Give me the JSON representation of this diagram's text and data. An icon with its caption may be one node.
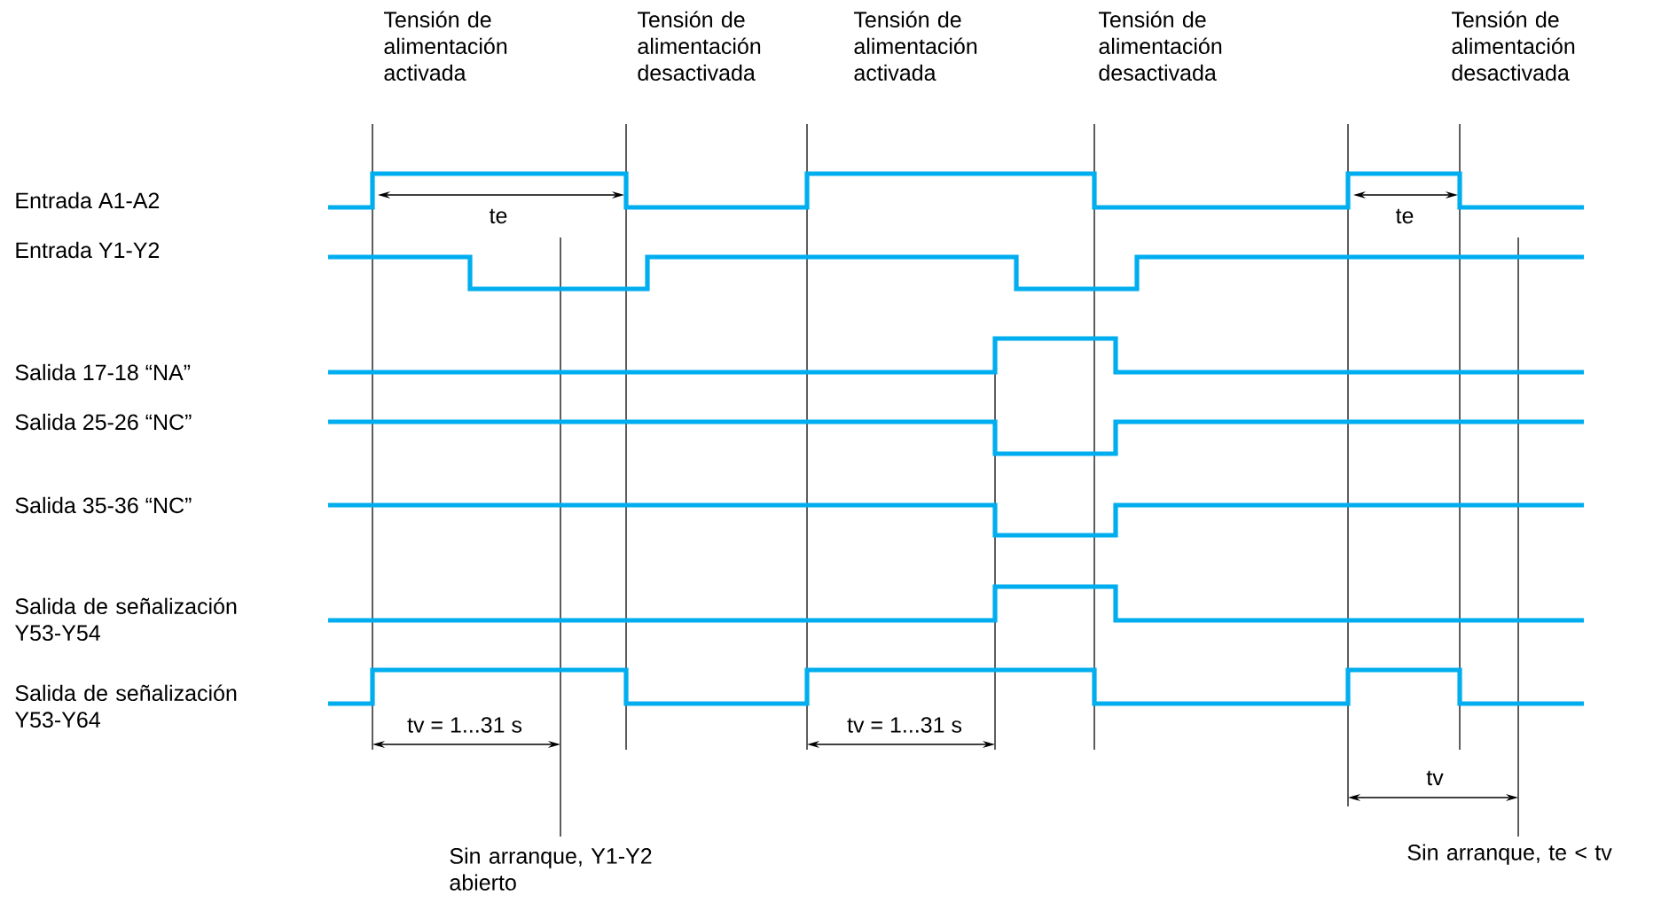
{
  "diagram": {
    "labels": [
      "Tensión de alimentación activada",
      "Tensión de alimentación desactivada",
      "Tensión de alimentación activada",
      "Tensión de alimentación desactivada",
      "Tensión de alimentación desactivada",
      "Entrada A1-A2",
      "te",
      "te",
      "Entrada Y1-Y2",
      "Salida 17-18 “NA”",
      "Salida 25-26 “NC”",
      "Salida 35-36 “NC”",
      "Salida de señalización Y53-Y54",
      "Salida de señalización Y53-Y64",
      "tv = 1...31 s",
      "tv = 1...31 s",
      "tv",
      "Sin arranque, Y1-Y2 abierto",
      "Sin arranque, te < tv"
    ]
  }
}
